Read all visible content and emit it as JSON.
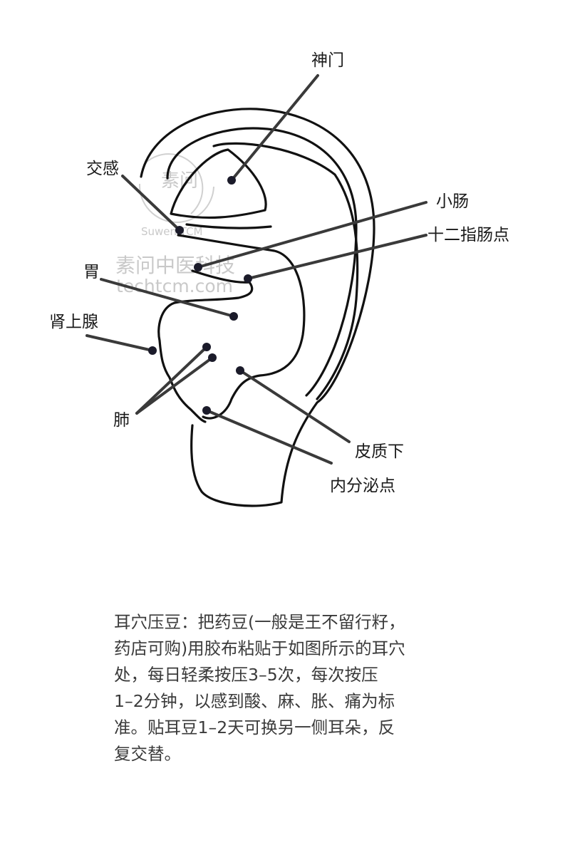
{
  "labels": {
    "shenmen": "神门",
    "jiaogan": "交感",
    "xiaochang": "小肠",
    "shierzhichang": "十二指肠点",
    "wei": "胃",
    "shenshangxian": "肾上腺",
    "fei": "肺",
    "pizhixia": "皮质下",
    "neifenmi": "内分泌点"
  },
  "watermark": {
    "seal_text": "素问",
    "brand_en": "Suwen TCM",
    "brand_cn": "素问中医科技",
    "domain": "techtcm.com"
  },
  "caption": "耳穴压豆：把药豆(一般是王不留行籽，\n药店可购)用胶布粘贴于如图所示的耳穴\n处，每日轻柔按压3–5次，每次按压\n1–2分钟，以感到酸、麻、胀、痛为标\n准。贴耳豆1–2天可换另一侧耳朵，反\n复交替。",
  "colors": {
    "outline": "#111111",
    "leader": "#3a3a3a",
    "point": "#1b1b2a",
    "watermark": "#c9c9c9",
    "caption_text": "#3a3a3a"
  }
}
